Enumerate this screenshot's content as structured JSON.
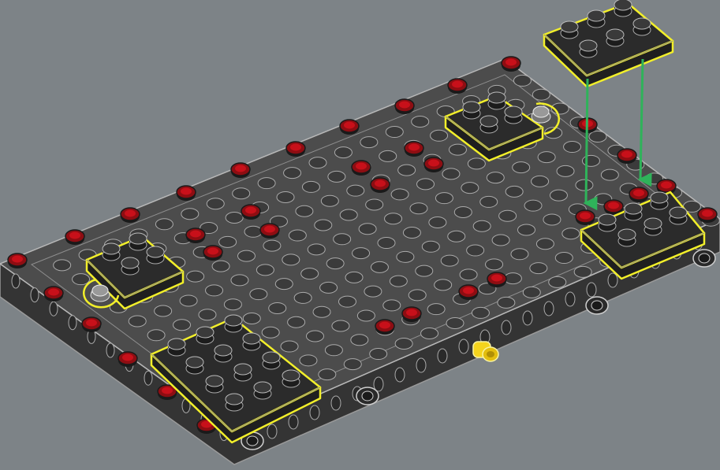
{
  "scene": {
    "kind": "lego-building-instruction-step",
    "grid": {
      "columns": 19,
      "rows": 11
    },
    "colors": {
      "background": "#7d8387",
      "base_plate": "#3d3d3d",
      "base_plate_top": "#4f4f4f",
      "plate": "#2b2b2b",
      "highlight_outline": "#f2ef2a",
      "arrow": "#2fb35a",
      "red_stud": "#c8101a",
      "yellow_pin": "#f5d41d",
      "pin": "#2a2a2a"
    },
    "highlighted_new_parts": [
      {
        "name": "plate-2x2-left",
        "size": "2x2"
      },
      {
        "name": "plate-2x2-top",
        "size": "2x2"
      },
      {
        "name": "plate-2x3-right",
        "size": "2x3"
      },
      {
        "name": "plate-4x3-front",
        "size": "4x3"
      },
      {
        "name": "plate-2x3-callout",
        "size": "2x3"
      }
    ],
    "arrows": {
      "count": 2,
      "direction": "down"
    },
    "pins": {
      "black": 4,
      "yellow": 1
    }
  }
}
